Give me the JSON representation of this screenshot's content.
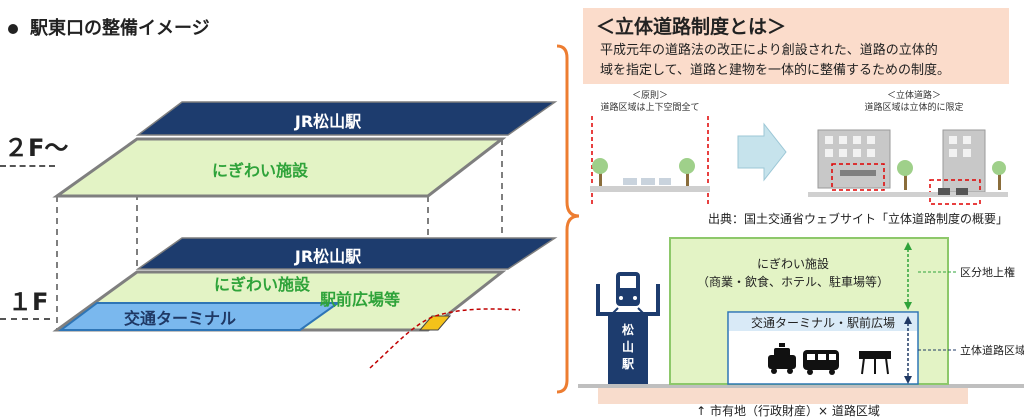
{
  "page_title": "駅東口の整備イメージ",
  "floor_labels": {
    "upper": "２F～",
    "lower": "１F"
  },
  "left_diagram": {
    "upper_station": "JR松山駅",
    "upper_facility": "にぎわい施設",
    "lower_station": "JR松山駅",
    "lower_facility": "にぎわい施設",
    "terminal": "交通ターミナル",
    "plaza": "駅前広場等"
  },
  "definition": {
    "title": "＜立体道路制度とは＞",
    "lines": [
      "平成元年の道路法の改正により創設された、道路の立体的",
      "域を指定して、道路と建物を一体的に整備するための制度。"
    ]
  },
  "comparison": {
    "principle_heading": "＜原則＞",
    "principle_caption": "道路区域は上下空間全て",
    "solid_heading": "＜立体道路＞",
    "solid_caption": "道路区域は立体的に限定"
  },
  "source": "出典：国土交通省ウェブサイト「立体道路制度の概要」",
  "section_diagram": {
    "facility": "にぎわい施設",
    "facility_detail": "（商業・飲食、ホテル、駐車場等）",
    "terminal": "交通ターミナル・駅前広場",
    "station": "松山駅",
    "label_upper_right": "区分地上権",
    "label_road_zone": "立体道路区域",
    "ground_caption": "↑ 市有地（行政財産）× 道路区域"
  },
  "colors": {
    "navy": "#1d3c6e",
    "facility_green": "#e3f3c5",
    "facility_text": "#2fa33a",
    "terminal_blue": "#7ab8ee",
    "bracket_orange": "#ed7d31",
    "definition_bg": "#fbdccb",
    "section_border": "#8dc86a",
    "terminal_box": "#2e75b6"
  }
}
